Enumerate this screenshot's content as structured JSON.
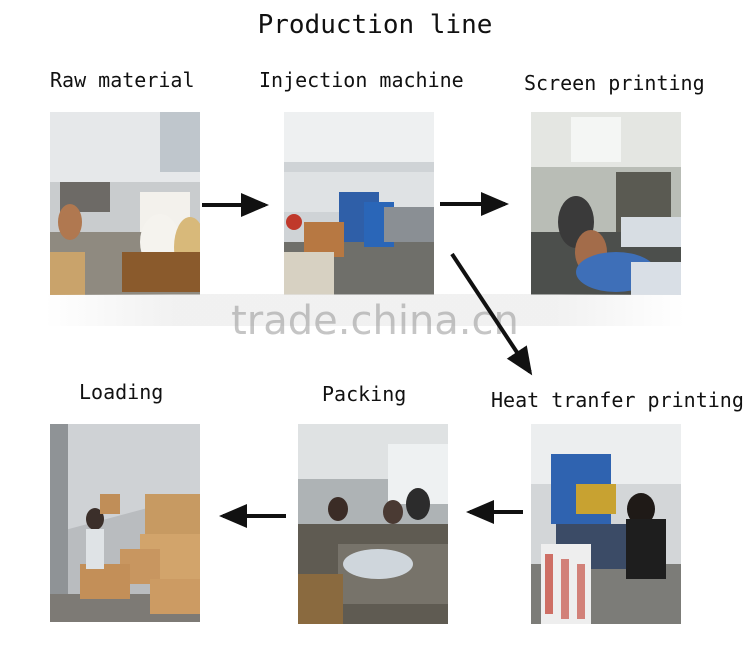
{
  "title": "Production line",
  "steps": {
    "raw_material": "Raw material",
    "injection_machine": "Injection machine",
    "screen_printing": "Screen printing",
    "heat_transfer_printing": "Heat tranfer printing",
    "packing": "Packing",
    "loading": "Loading"
  },
  "watermark": "trade.china.cn",
  "colors": {
    "arrow": "#111111",
    "text": "#111111"
  }
}
